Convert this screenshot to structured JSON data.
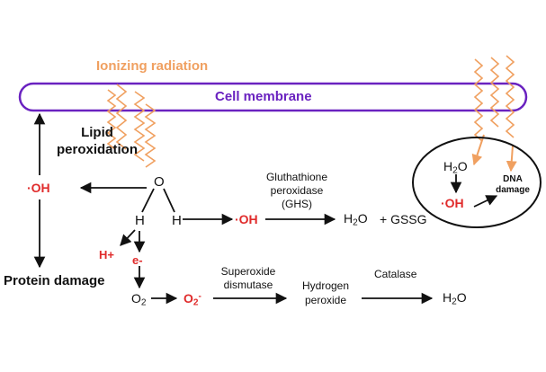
{
  "colors": {
    "membrane": "#6a22c0",
    "radiation": "#f0a060",
    "radical": "#e02b2b",
    "line": "#111111"
  },
  "ionizing_radiation": "Ionizing radiation",
  "cell_membrane": "Cell membrane",
  "lipid_peroxidation": "Lipid\nperoxidation",
  "oh_left": "·OH",
  "protein_damage": "Protein damage",
  "water_molecule": {
    "o": "O",
    "h_left": "H",
    "h_right": "H"
  },
  "h_plus": "H+",
  "e_minus": "e-",
  "o2": {
    "base": "O",
    "sub": "2"
  },
  "superoxide": {
    "base": "O",
    "sub": "2",
    "sup": "-"
  },
  "oh_mid": "·OH",
  "gpx": "Gluthathione\nperoxidase\n(GHS)",
  "h2o_mid": {
    "h": "H",
    "sub": "2",
    "o": "O"
  },
  "plus_gssg": "+ GSSG",
  "sod": "Superoxide\ndismutase",
  "h2o2": "Hydrogen\nperoxide",
  "catalase": "Catalase",
  "h2o_right": {
    "h": "H",
    "sub": "2",
    "o": "O"
  },
  "nucleus": {
    "h2o": {
      "h": "H",
      "sub": "2",
      "o": "O"
    },
    "oh": "·OH",
    "dna_damage": "DNA\ndamage"
  }
}
